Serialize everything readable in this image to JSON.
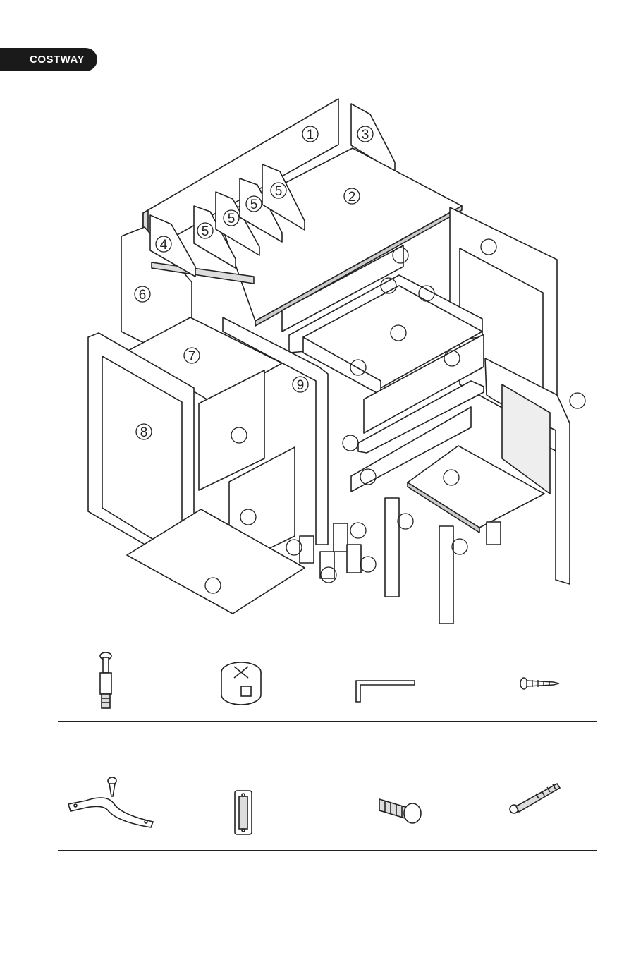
{
  "brand": {
    "name": "COSTWAY"
  },
  "parts": [
    {
      "id": "p1",
      "label": "1"
    },
    {
      "id": "p2",
      "label": "2"
    },
    {
      "id": "p3",
      "label": "3"
    },
    {
      "id": "p4",
      "label": "4"
    },
    {
      "id": "p5a",
      "label": "5"
    },
    {
      "id": "p5b",
      "label": "5"
    },
    {
      "id": "p5c",
      "label": "5"
    },
    {
      "id": "p5d",
      "label": "5"
    },
    {
      "id": "p5e",
      "label": "5"
    },
    {
      "id": "p6",
      "label": "6"
    },
    {
      "id": "p7",
      "label": "7"
    },
    {
      "id": "p8",
      "label": "8"
    },
    {
      "id": "p9",
      "label": "9"
    }
  ],
  "hardware_row1": [
    "cam-bolt-icon",
    "cam-lock-icon",
    "allen-key-icon",
    "small-screw-icon"
  ],
  "hardware_row2": [
    "metal-strap-icon",
    "magnetic-catch-icon",
    "mushroom-bolt-icon",
    "long-bolt-icon"
  ],
  "colors": {
    "ink": "#222222",
    "brand_bg": "#1a1a1a",
    "brand_text": "#ffffff"
  }
}
